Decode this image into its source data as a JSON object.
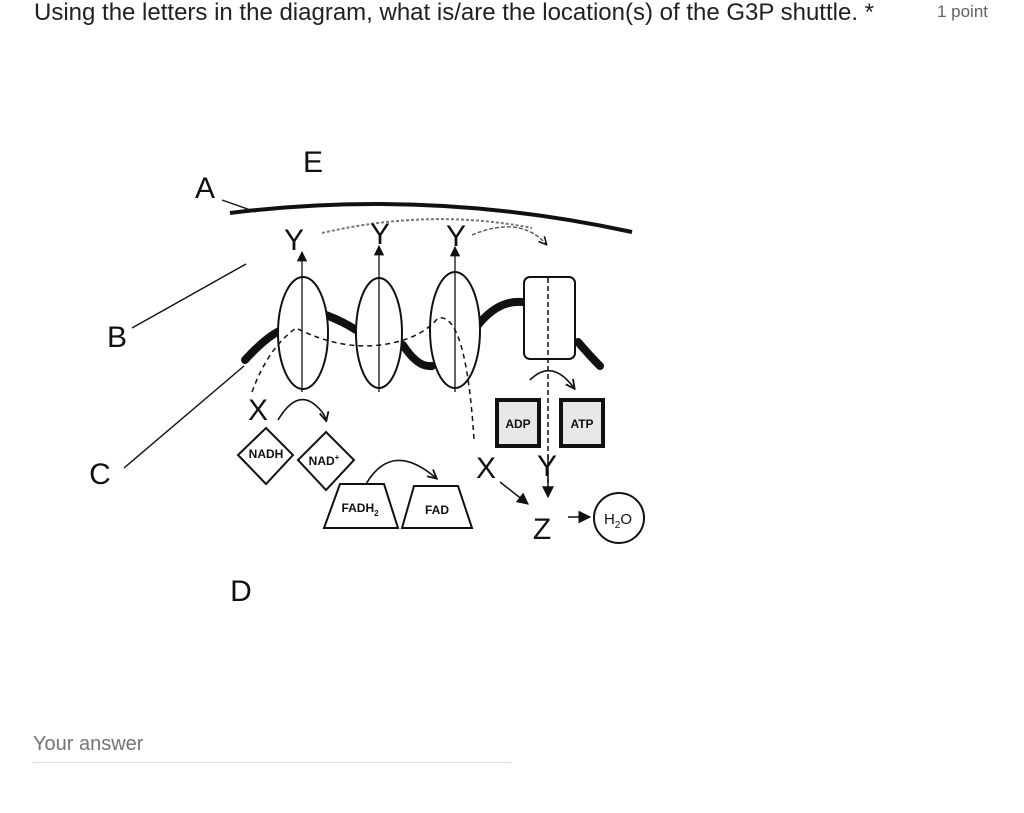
{
  "question": {
    "text": "Using the letters in the diagram, what is/are the location(s) of the G3P shuttle.",
    "required_marker": "*",
    "points": "1 point"
  },
  "diagram": {
    "letters": {
      "A": "A",
      "B": "B",
      "C": "C",
      "D": "D",
      "E": "E",
      "X": "X",
      "Y": "Y",
      "Z": "Z"
    },
    "molecules": {
      "nadh": "NADH",
      "nad": "NAD",
      "nad_charge": "+",
      "fadh2": "FADH",
      "fadh2_sub": "2",
      "fad": "FAD",
      "adp": "ADP",
      "atp": "ATP",
      "water_h": "H",
      "water_sub": "2",
      "water_o": "O"
    }
  },
  "answer": {
    "placeholder": "Your answer",
    "value": ""
  }
}
